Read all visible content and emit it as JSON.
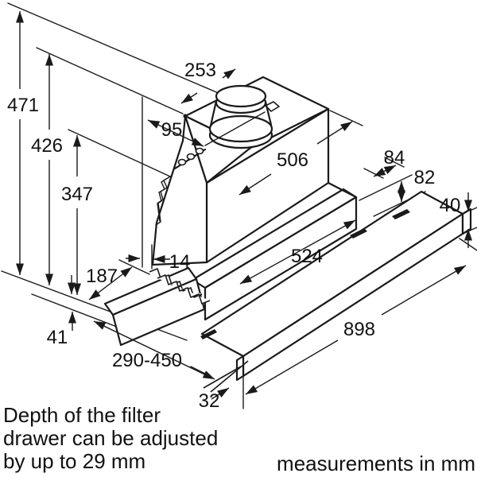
{
  "diagram": {
    "type": "technical-dimension-drawing",
    "subject": "telescopic cooker hood, isometric view with dimension lines",
    "dimensions": {
      "total_height": "471",
      "height_to_body_top": "426",
      "height_to_body_bottom": "347",
      "duct_depth_offset": "253",
      "duct_front_offset": "95",
      "body_width": "506",
      "bracket_depth": "84",
      "rail_drop": "82",
      "rail_height": "40",
      "housing_width": "524",
      "front_gap": "14",
      "bottom_clearance": "187",
      "panel_height": "41",
      "drawer_depth_range": "290-450",
      "panel_thickness": "32",
      "total_width": "898"
    },
    "note_lines": [
      "Depth of the filter",
      "drawer can be adjusted",
      "by up to 29 mm"
    ],
    "units_note": "measurements in mm",
    "colors": {
      "ink": "#1a1a1a",
      "paper": "#ffffff"
    }
  }
}
